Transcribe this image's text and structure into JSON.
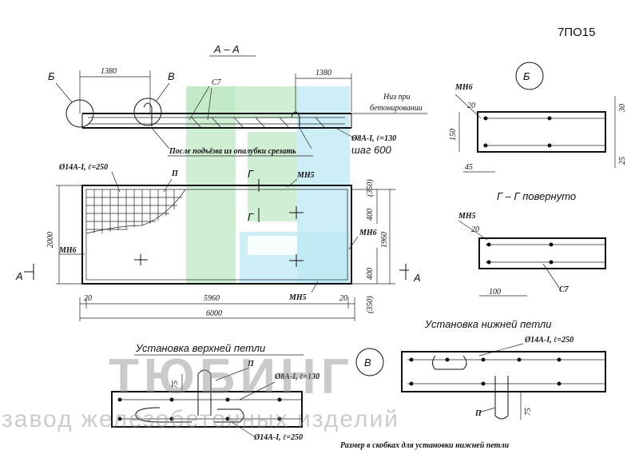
{
  "sheet_code": "7ПО15",
  "watermark": {
    "brand": "ТЮБИНГ",
    "tagline": "завод железобетонных изделий",
    "colors": {
      "green": "#bfe8c4",
      "cyan": "#bde8f4",
      "gray": "#8c8c8c"
    }
  },
  "section_aa": {
    "title": "А – А",
    "dim_left": "1380",
    "dim_right": "1380",
    "callout_b": "Б",
    "callout_v": "В",
    "c7": "С7",
    "bottom_note": "Низ при бетонировании",
    "cut_note": "После подъёма из опалубки срезать",
    "rebar": "Ø8А-I, ℓ=130",
    "step": "шаг 600"
  },
  "plan": {
    "rebar_top": "Ø14А-I, ℓ=250",
    "p_label": "П",
    "g_mark": "Г",
    "mn5_top": "МН5",
    "mn5_bottom": "МН5",
    "mn6_left": "МН6",
    "mn6_right": "МН6",
    "dim_height": "2000",
    "dim_1960": "1960",
    "dim_400_top": "400",
    "dim_350_top": "(350)",
    "dim_400_bot": "400",
    "dim_350_bot": "(350)",
    "dim_20_left": "20",
    "dim_5960": "5960",
    "dim_20_right": "20",
    "dim_6000": "6000",
    "section_mark": "А"
  },
  "detail_b": {
    "callout": "Б",
    "mn6": "МН6",
    "d20": "20",
    "d150": "150",
    "d30": "30",
    "d25": "25",
    "d45": "45"
  },
  "section_gg": {
    "title": "Г – Г повернуто",
    "mn5": "МН5",
    "d20": "20",
    "d100": "100",
    "c7": "С7"
  },
  "lower_loop": {
    "title": "Установка нижней петли",
    "rebar": "Ø14А-I, ℓ=250",
    "p_label": "П",
    "d75": "75"
  },
  "upper_loop": {
    "title": "Установка верхней петли",
    "callout": "В",
    "p_label": "П",
    "d75": "75",
    "rebar_top": "Ø8А-I, ℓ=130",
    "rebar_bottom": "Ø14А-I, ℓ=250"
  },
  "footnote": "Размер в скобках для установки нижней петли"
}
